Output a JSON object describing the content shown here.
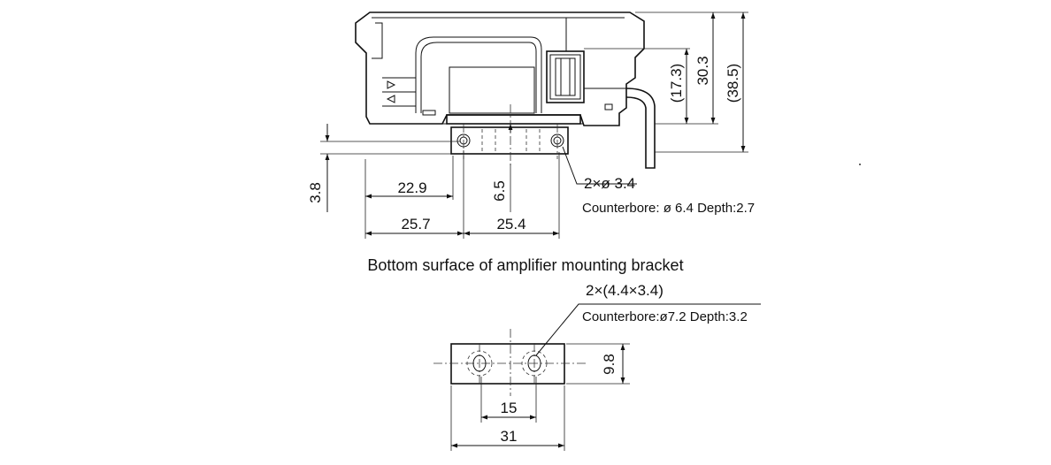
{
  "top_view": {
    "dims": {
      "d17_3": "(17.3)",
      "d30_3": "30.3",
      "d38_5": "(38.5)",
      "d3_8": "3.8",
      "d22_9": "22.9",
      "d6_5": "6.5",
      "d25_7": "25.7",
      "d25_4": "25.4"
    },
    "hole_note": "2×ø 3.4",
    "counterbore_note": "Counterbore: ø 6.4 Depth:2.7"
  },
  "bracket": {
    "caption": "Bottom surface of amplifier mounting bracket",
    "hole_note": "2×(4.4×3.4)",
    "counterbore_note": "Counterbore:ø7.2  Depth:3.2",
    "dims": {
      "d9_8": "9.8",
      "d15": "15",
      "d31": "31"
    }
  }
}
